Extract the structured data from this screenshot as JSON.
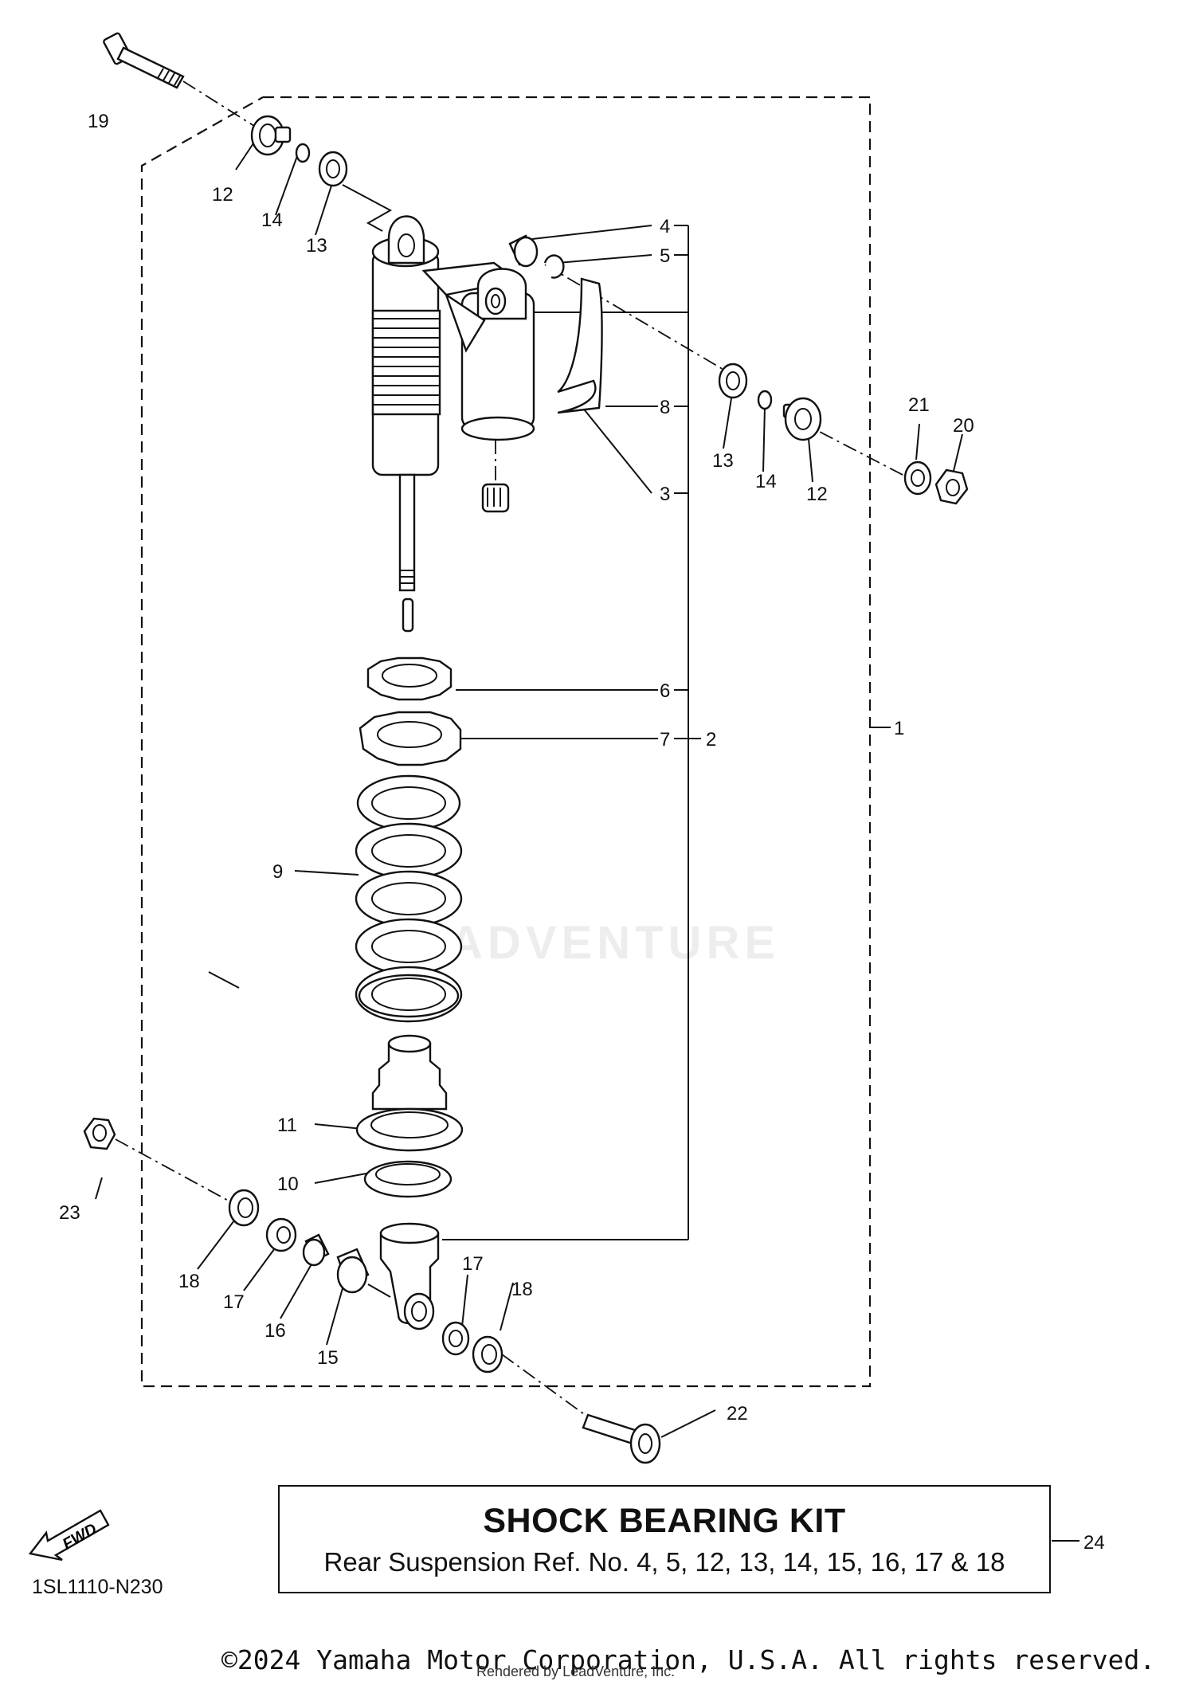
{
  "callouts": [
    {
      "id": "c1",
      "text": "1"
    },
    {
      "id": "c2",
      "text": "2"
    },
    {
      "id": "c3",
      "text": "3"
    },
    {
      "id": "c4",
      "text": "4"
    },
    {
      "id": "c5",
      "text": "5"
    },
    {
      "id": "c6",
      "text": "6"
    },
    {
      "id": "c7",
      "text": "7"
    },
    {
      "id": "c8",
      "text": "8"
    },
    {
      "id": "c9",
      "text": "9"
    },
    {
      "id": "c10",
      "text": "10"
    },
    {
      "id": "c11",
      "text": "11"
    },
    {
      "id": "c12a",
      "text": "12"
    },
    {
      "id": "c12b",
      "text": "12"
    },
    {
      "id": "c13a",
      "text": "13"
    },
    {
      "id": "c13b",
      "text": "13"
    },
    {
      "id": "c14a",
      "text": "14"
    },
    {
      "id": "c14b",
      "text": "14"
    },
    {
      "id": "c15",
      "text": "15"
    },
    {
      "id": "c16",
      "text": "16"
    },
    {
      "id": "c17a",
      "text": "17"
    },
    {
      "id": "c17b",
      "text": "17"
    },
    {
      "id": "c18a",
      "text": "18"
    },
    {
      "id": "c18b",
      "text": "18"
    },
    {
      "id": "c19",
      "text": "19"
    },
    {
      "id": "c20",
      "text": "20"
    },
    {
      "id": "c21",
      "text": "21"
    },
    {
      "id": "c22",
      "text": "22"
    },
    {
      "id": "c23",
      "text": "23"
    },
    {
      "id": "c24",
      "text": "24"
    }
  ],
  "kit": {
    "title": "SHOCK BEARING KIT",
    "subtitle": "Rear Suspension Ref. No. 4, 5, 12, 13, 14, 15, 16, 17 & 18"
  },
  "fwd_label": "FWD",
  "diagram_code": "1SL1110-N230",
  "watermark": "LEADVENTURE",
  "copyright": "©2024 Yamaha Motor Corporation, U.S.A. All rights reserved.",
  "rendered_by": "Rendered by LeadVenture, Inc."
}
